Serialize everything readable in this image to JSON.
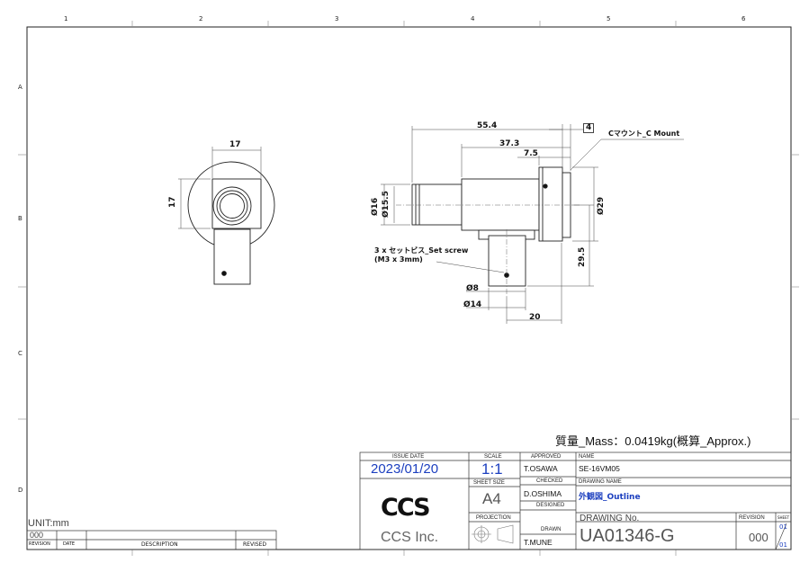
{
  "ruler": {
    "columns": [
      "1",
      "2",
      "3",
      "4",
      "5",
      "6"
    ],
    "rows": [
      "A",
      "B",
      "C",
      "D"
    ]
  },
  "dimensions": {
    "front_width": "17",
    "front_height": "17",
    "overall_length": "55.4",
    "mid_length": "37.3",
    "short_length": "7.5",
    "flange_thickness": "4",
    "diam_16": "Ø16",
    "diam_15_5": "Ø15.5",
    "diam_29": "Ø29",
    "height_29_5": "29.5",
    "diam_8": "Ø8",
    "diam_14": "Ø14",
    "width_20": "20"
  },
  "notes": {
    "mount_label": "Cマウント_C Mount",
    "setscrew_line1": "3 x セットビス_Set screw",
    "setscrew_line2": "(M3 x 3mm)",
    "mass": "質量_Mass：0.0419kg(概算_Approx.)"
  },
  "title_block": {
    "issue_date_label": "ISSUE DATE",
    "issue_date": "2023/01/20",
    "scale_label": "SCALE",
    "scale": "1:1",
    "approved_label": "APPROVED",
    "approved_by": "T.OSAWA",
    "checked_label": "CHECKED",
    "checked_by": "D.OSHIMA",
    "designed_label": "DESIGNED",
    "drawn_label": "DRAWN",
    "drawn_by": "T.MUNE",
    "sheet_size_label": "SHEET SIZE",
    "sheet_size": "A4",
    "projection_label": "PROJECTION",
    "name_label": "NAME",
    "name": "SE-16VM05",
    "drawing_name_label": "DRAWING NAME",
    "drawing_name": "外観図_Outline",
    "drawing_no_label": "DRAWING No.",
    "drawing_no": "UA01346-G",
    "revision_label": "REVISION",
    "sheet_label": "SHEET",
    "revision": "000",
    "sheet_no": "01",
    "sheet_total": "01",
    "company_logo": "CCS",
    "company": "CCS Inc."
  },
  "revision_block": {
    "unit": "UNIT:mm",
    "revision_value": "000",
    "headers": [
      "REVISION",
      "DATE",
      "DESCRIPTION",
      "REVISED"
    ]
  },
  "colors": {
    "line": "#222222",
    "accent_blue": "#1c3fbf"
  }
}
